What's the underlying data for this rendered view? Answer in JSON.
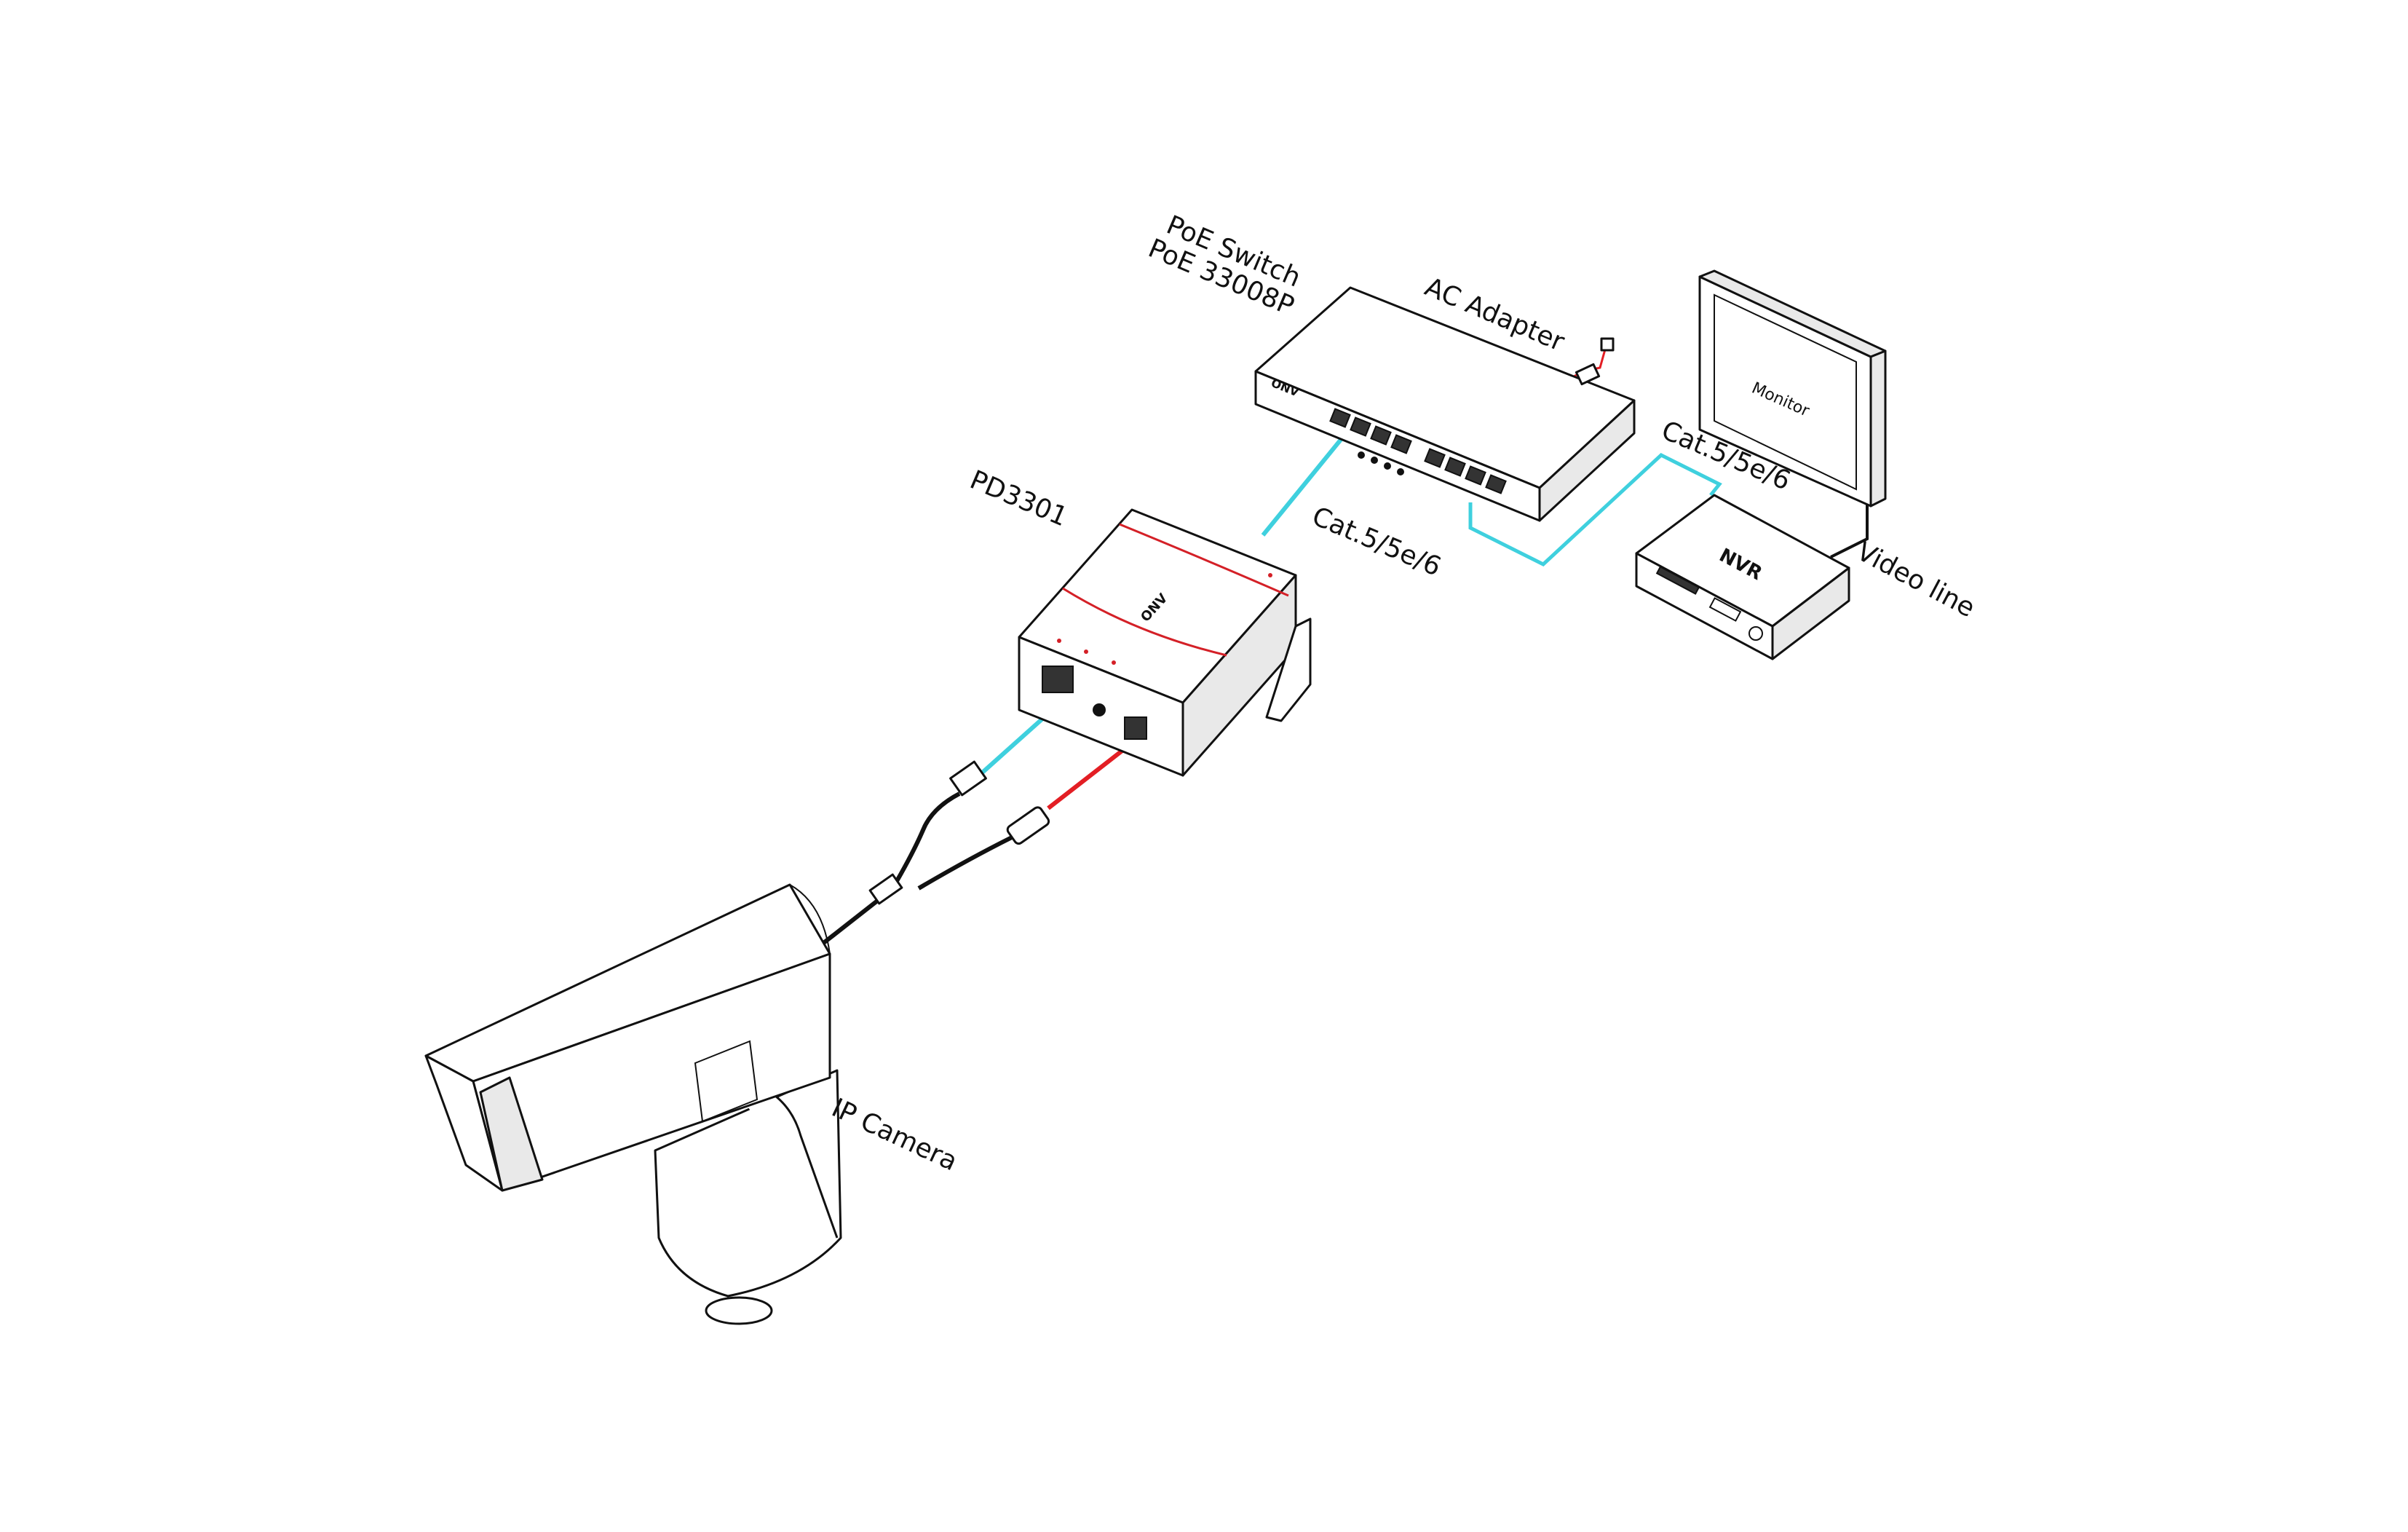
{
  "labels": {
    "poe_switch_line1": "PoE  Switch",
    "poe_switch_line2": "PoE 33008P",
    "ac_adapter": "AC Adapter",
    "monitor": "Monitor",
    "cable_switch_nvr": "Cat.5/5e/6",
    "cable_pd_switch": "Cat.5/5e/6",
    "pd_model": "PD3301",
    "nvr": "NVR",
    "video_line": "Video line",
    "ip_camera": "IP Camera",
    "brand": "ONV"
  },
  "colors": {
    "network_cable": "#3fd0de",
    "power_cable": "#e31e24",
    "video_cable": "#111111",
    "device_outline": "#111111",
    "accent_red": "#d42027"
  }
}
